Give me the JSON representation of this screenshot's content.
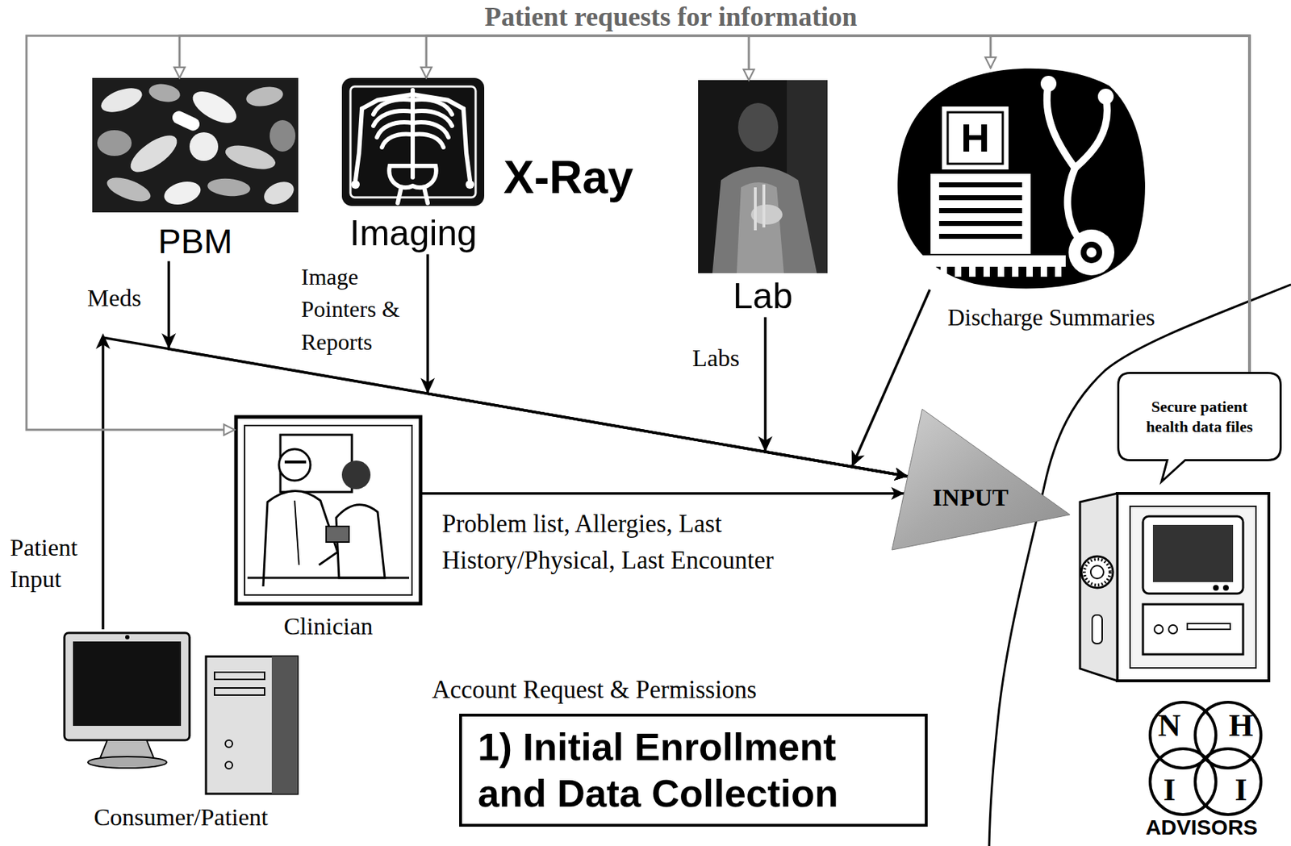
{
  "diagram": {
    "title": "1) Initial Enrollment and Data Collection",
    "nodes": [
      {
        "text": [
          "PBM"
        ]
      },
      {
        "text": [
          "Imaging"
        ]
      },
      {
        "text": [
          "Lab"
        ]
      },
      {
        "text": [
          "H"
        ]
      },
      {
        "text": [
          "Clinician"
        ]
      },
      {
        "text": [
          "Consumer/Patient"
        ]
      },
      {
        "text": [
          "INPUT"
        ]
      },
      {
        "text": [
          "Secure patient health data files"
        ]
      }
    ],
    "edges": [
      {
        "from": 5,
        "to": 6,
        "arrow": "to",
        "label": "Patient Input"
      },
      {
        "from": 0,
        "to": 6,
        "arrow": "to",
        "label": "Meds"
      },
      {
        "from": 1,
        "to": 6,
        "arrow": "to",
        "label": "Image Pointers & Reports"
      },
      {
        "from": 2,
        "to": 6,
        "arrow": "to",
        "label": "Labs"
      },
      {
        "from": 3,
        "to": 6,
        "arrow": "to",
        "label": "Discharge Summaries"
      },
      {
        "from": 4,
        "to": 6,
        "arrow": "to",
        "label": "Problem list, Allergies, Last History/Physical, Last Encounter"
      },
      {
        "from": 7,
        "to": 0,
        "arrow": "to"
      },
      {
        "from": 7,
        "to": 1,
        "arrow": "to"
      },
      {
        "from": 7,
        "to": 2,
        "arrow": "to"
      },
      {
        "from": 7,
        "to": 3,
        "arrow": "to"
      },
      {
        "from": 7,
        "to": 4,
        "arrow": "to"
      }
    ],
    "labels": [
      "Patient requests for information",
      "X-Ray",
      "Account Request & Permissions",
      "N",
      "H",
      "I",
      "I",
      "ADVISORS"
    ]
  }
}
